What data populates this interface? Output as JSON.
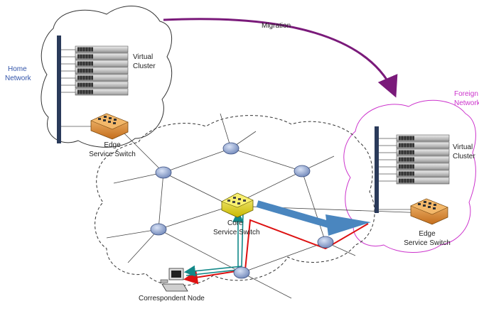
{
  "labels": {
    "migration": "Migration",
    "home_network_line1": "Home",
    "home_network_line2": "Network",
    "foreign_network_line1": "Foreign",
    "foreign_network_line2": "Network",
    "home_cluster_line1": "Virtual",
    "home_cluster_line2": "Cluster",
    "foreign_cluster_line1": "Virtual",
    "foreign_cluster_line2": "Cluster",
    "home_switch_line1": "Edge",
    "home_switch_line2": "Service Switch",
    "foreign_switch_line1": "Edge",
    "foreign_switch_line2": "Service Switch",
    "core_switch_line1": "Core",
    "core_switch_line2": "Service Switch",
    "correspondent_node": "Correspondent Node"
  },
  "colors": {
    "home_cloud": "#333333",
    "foreign_cloud": "#cc33cc",
    "foreign_label": "#cc33cc",
    "home_label": "#3355aa",
    "migration_arrow": "#7a1a7a",
    "red_path": "#dd1111",
    "teal_path": "#118888",
    "blue_arrow": "#4a86bf",
    "router_fill": "#8fa8d8",
    "switch_fill": "#e8a04a",
    "core_switch_fill": "#f2e630"
  },
  "icons": {
    "router": "router-icon",
    "switch": "switch-icon",
    "server": "server-rack-icon",
    "computer": "computer-icon"
  }
}
